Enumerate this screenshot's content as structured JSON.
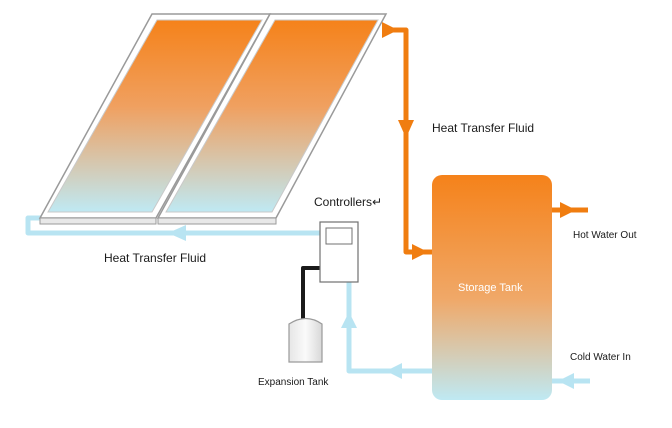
{
  "labels": {
    "fluid_top": "Heat Transfer Fluid",
    "fluid_bottom": "Heat Transfer Fluid",
    "controllers": "Controllers↵",
    "storage_tank": "Storage Tank",
    "hot_water_out": "Hot Water Out",
    "cold_water_in": "Cold Water In",
    "expansion_tank": "Expansion Tank"
  },
  "colors": {
    "hot_pipe": "#f07d10",
    "cold_pipe": "#b8e4f2",
    "panel_top": "#f5821a",
    "panel_bottom": "#bfe9f3",
    "tank_top": "#f5821a",
    "tank_bottom": "#bfe9f3",
    "frame": "#9a9a9a"
  }
}
